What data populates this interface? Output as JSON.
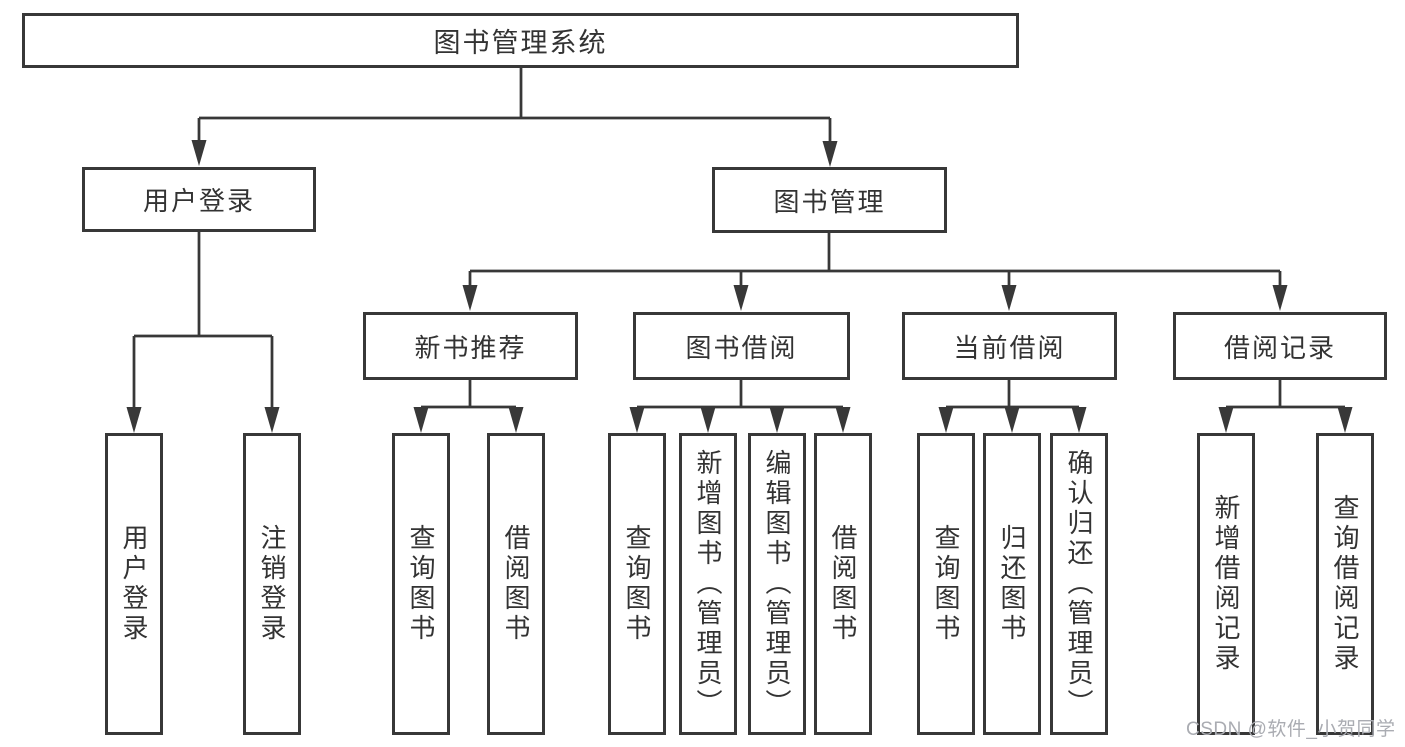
{
  "diagram": {
    "title": "图书管理系统",
    "branches": [
      {
        "label": "用户登录",
        "children": [
          {
            "label": "用户登录"
          },
          {
            "label": "注销登录"
          }
        ]
      },
      {
        "label": "图书管理",
        "groups": [
          {
            "label": "新书推荐",
            "children": [
              {
                "label": "查询图书"
              },
              {
                "label": "借阅图书"
              }
            ]
          },
          {
            "label": "图书借阅",
            "children": [
              {
                "label": "查询图书"
              },
              {
                "label": "新增图书（管理员）"
              },
              {
                "label": "编辑图书（管理员）"
              },
              {
                "label": "借阅图书"
              }
            ]
          },
          {
            "label": "当前借阅",
            "children": [
              {
                "label": "查询图书"
              },
              {
                "label": "归还图书"
              },
              {
                "label": "确认归还（管理员）"
              }
            ]
          },
          {
            "label": "借阅记录",
            "children": [
              {
                "label": "新增借阅记录"
              },
              {
                "label": "查询借阅记录"
              }
            ]
          }
        ]
      }
    ]
  },
  "watermark": {
    "text": "CSDN @软件_小贺同学"
  },
  "colors": {
    "line": "#383838",
    "text": "#333333",
    "watermark": "#aaacb2",
    "background": "#ffffff"
  }
}
